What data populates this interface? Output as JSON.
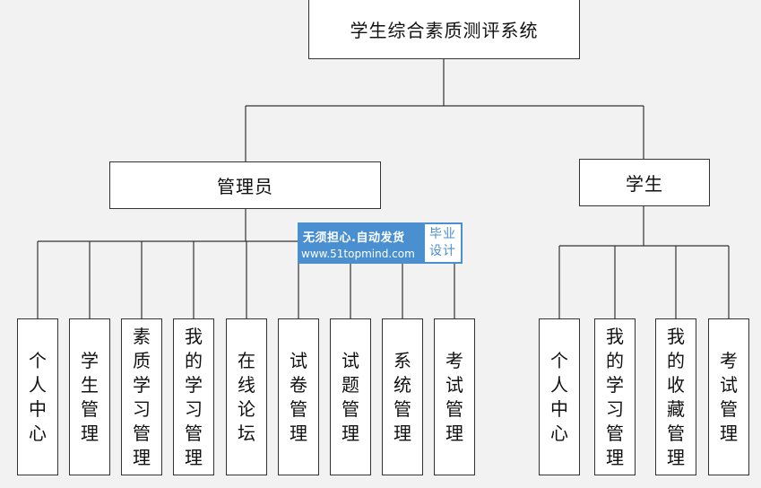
{
  "root": "学生综合素质测评系统",
  "roles": [
    {
      "title": "管理员",
      "items": [
        "个人中心",
        "学生管理",
        "素质学习管理",
        "我的学习管理",
        "在线论坛",
        "试卷管理",
        "试题管理",
        "系统管理",
        "考试管理"
      ]
    },
    {
      "title": "学生",
      "items": [
        "个人中心",
        "我的学习管理",
        "我的收藏管理",
        "考试管理"
      ]
    }
  ],
  "watermark": {
    "line1": "无须担心.自动发货",
    "line2": "www.51topmind.com",
    "badge": "毕业设计"
  },
  "colors": {
    "background": "#f2f2f2",
    "box_fill": "#ffffff",
    "line": "#333333",
    "watermark": "#4a8fd0"
  }
}
